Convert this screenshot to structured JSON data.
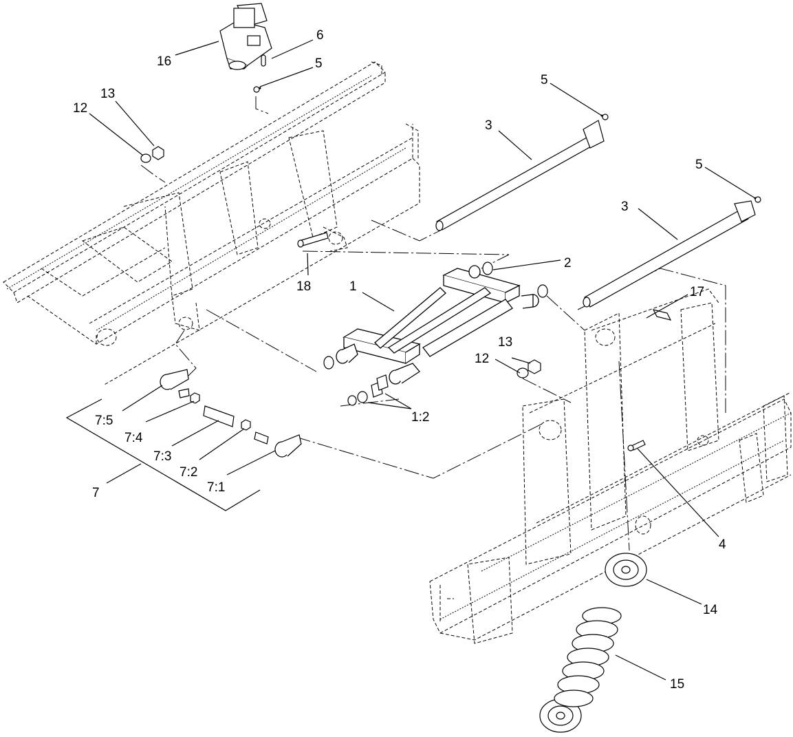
{
  "diagram": {
    "callouts": {
      "c1": "1",
      "c1_2": "1:2",
      "c2": "2",
      "c3a": "3",
      "c3b": "3",
      "c4": "4",
      "c5a": "5",
      "c5b": "5",
      "c5c": "5",
      "c6": "6",
      "c7": "7",
      "c7_1": "7:1",
      "c7_2": "7:2",
      "c7_3": "7:3",
      "c7_4": "7:4",
      "c7_5": "7:5",
      "c12a": "12",
      "c12b": "12",
      "c13a": "13",
      "c13b": "13",
      "c14": "14",
      "c15": "15",
      "c16": "16",
      "c17": "17",
      "c18": "18"
    }
  }
}
